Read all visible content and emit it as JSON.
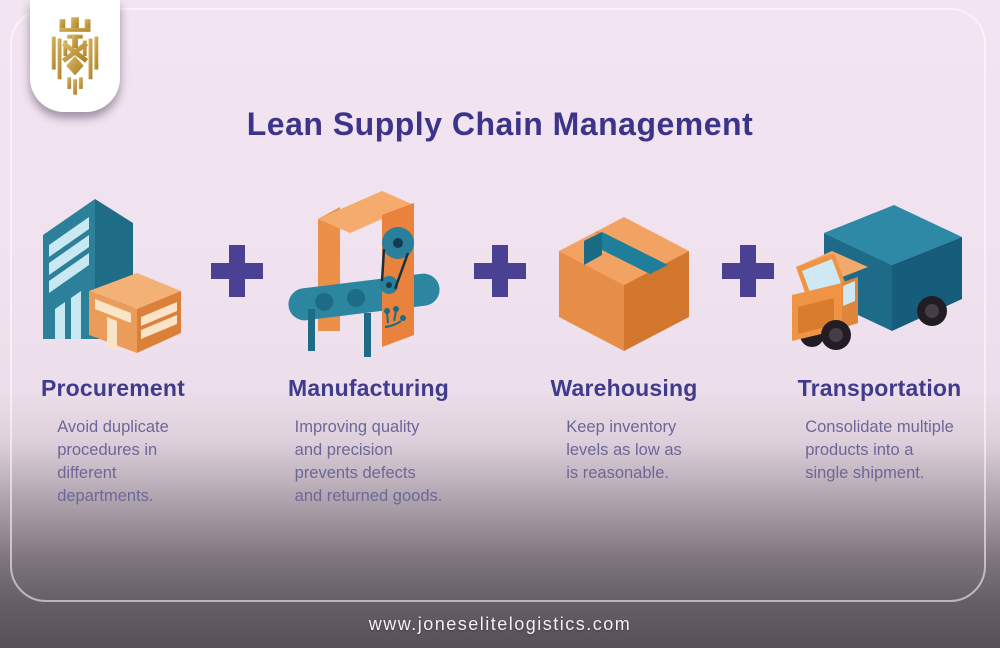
{
  "header": {
    "title": "Lean Supply Chain Management"
  },
  "logo": {
    "icon": "lion-crest-icon",
    "alt": "gold lion crest badge"
  },
  "separator": {
    "symbol": "+",
    "icon": "plus-icon"
  },
  "sections": [
    {
      "label": "Procurement",
      "icon": "buildings-icon",
      "description": "Avoid duplicate procedures in different departments.",
      "desc_lines": [
        "Avoid duplicate",
        "procedures in",
        "different",
        "departments."
      ]
    },
    {
      "label": "Manufacturing",
      "icon": "conveyor-machine-icon",
      "description": "Improving quality and precision prevents defects and returned goods.",
      "desc_lines": [
        "Improving quality",
        "and precision",
        "prevents defects",
        "and returned goods."
      ]
    },
    {
      "label": "Warehousing",
      "icon": "cardboard-box-icon",
      "description": "Keep inventory levels as low as is reasonable.",
      "desc_lines": [
        "Keep inventory",
        "levels as low as",
        "is reasonable."
      ]
    },
    {
      "label": "Transportation",
      "icon": "delivery-truck-icon",
      "description": "Consolidate multiple products into a single shipment.",
      "desc_lines": [
        "Consolidate multiple",
        "products into a",
        "single shipment."
      ]
    }
  ],
  "footer": {
    "website": "www.joneselitelogistics.com"
  },
  "colors": {
    "background_top": "#f2e4f1",
    "background_bottom": "#575059",
    "title": "#3b3488",
    "heading": "#413b8c",
    "body_text": "#6c6799",
    "plus": "#4a4192",
    "teal": "#2a7f99",
    "teal_dark": "#1d6b85",
    "orange": "#e98f4b",
    "orange_light": "#f2ab6e",
    "orange_dark": "#d3772f",
    "gold": "#c39b3f"
  }
}
